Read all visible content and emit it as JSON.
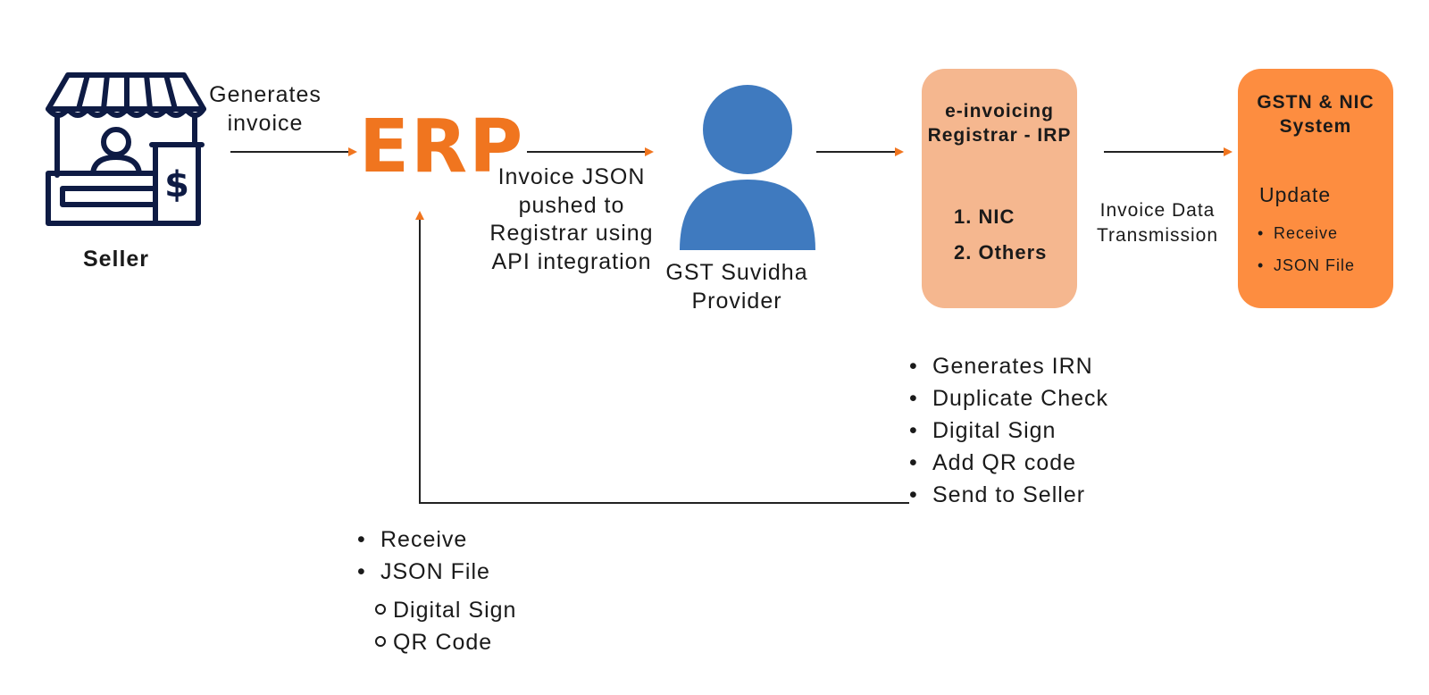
{
  "colors": {
    "orange": "#f0751f",
    "irp_fill": "#f5b78f",
    "gstn_fill": "#fd8d40",
    "person": "#3f7abf",
    "store": "#0e1b44"
  },
  "seller": {
    "icon": "store-icon",
    "label": "Seller"
  },
  "edge_generates": "Generates invoice",
  "erp": {
    "logo_text": "ERP"
  },
  "edge_json": "Invoice JSON pushed to Registrar using API integration",
  "gsp": {
    "icon": "person-icon",
    "label": "GST Suvidha Provider"
  },
  "irp": {
    "title": "e-invoicing Registrar - IRP",
    "items": [
      "1. NIC",
      "2. Others"
    ]
  },
  "edge_transmission": "Invoice Data Transmission",
  "gstn": {
    "title": "GSTN & NIC System",
    "update_label": "Update",
    "items": [
      "Receive",
      "JSON File"
    ]
  },
  "irp_actions": [
    "Generates IRN",
    "Duplicate Check",
    "Digital Sign",
    "Add QR code",
    "Send to Seller"
  ],
  "erp_receive": {
    "items": [
      "Receive",
      "JSON File"
    ],
    "subitems": [
      "Digital Sign",
      "QR Code"
    ]
  }
}
